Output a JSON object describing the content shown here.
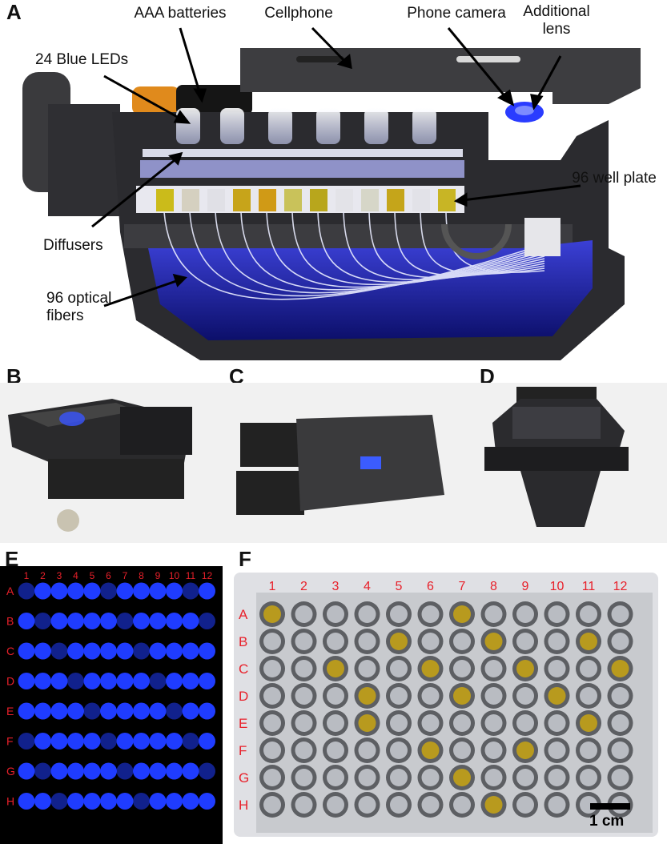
{
  "panels": {
    "a": {
      "letter": "A",
      "callouts": {
        "batteries": "AAA batteries",
        "cellphone": "Cellphone",
        "phone_camera": "Phone camera",
        "additional_lens": "Additional lens",
        "leds": "24 Blue LEDs",
        "well_plate": "96 well plate",
        "diffusers": "Diffusers",
        "optical_fibers": "96 optical fibers"
      }
    },
    "b": {
      "letter": "B"
    },
    "c": {
      "letter": "C"
    },
    "d": {
      "letter": "D"
    },
    "e": {
      "letter": "E",
      "columns": [
        "1",
        "2",
        "3",
        "4",
        "5",
        "6",
        "7",
        "8",
        "9",
        "10",
        "11",
        "12"
      ],
      "rows": [
        "A",
        "B",
        "C",
        "D",
        "E",
        "F",
        "G",
        "H"
      ]
    },
    "f": {
      "letter": "F",
      "columns": [
        "1",
        "2",
        "3",
        "4",
        "5",
        "6",
        "7",
        "8",
        "9",
        "10",
        "11",
        "12"
      ],
      "rows": [
        "A",
        "B",
        "C",
        "D",
        "E",
        "F",
        "G",
        "H"
      ],
      "scale_bar": "1 cm"
    }
  },
  "colors": {
    "label_red": "#e8202a",
    "led_blue": "#1f3cff",
    "device_dark": "#2e2e31",
    "well_yellow": "#b89a1e"
  }
}
